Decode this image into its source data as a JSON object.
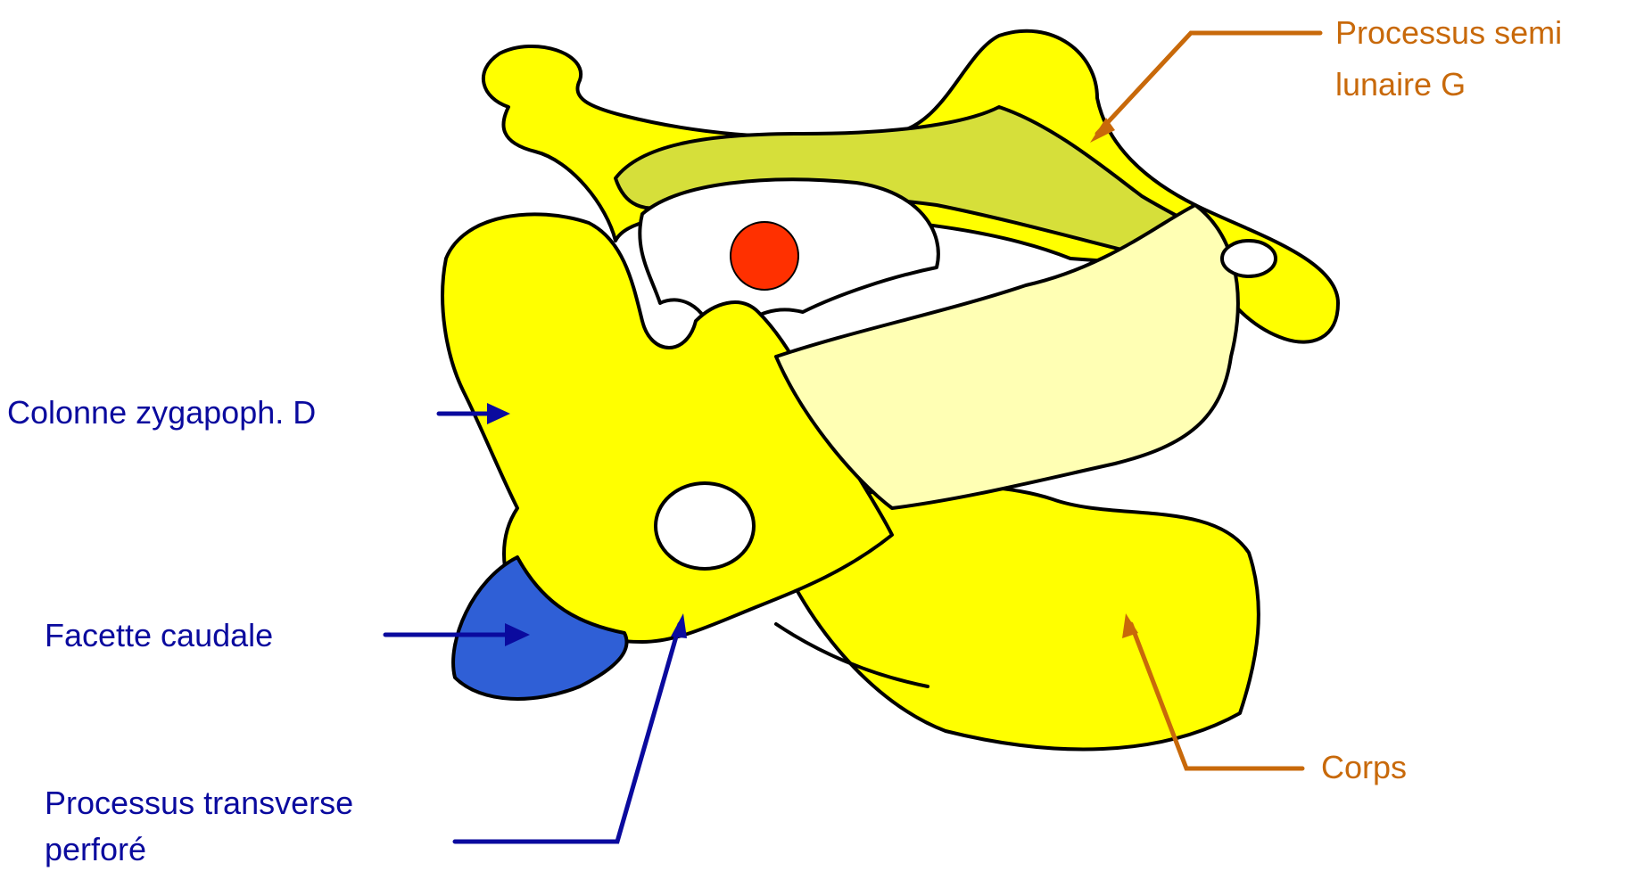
{
  "labels": {
    "semi_lunar": "Processus semi\nlunaire G",
    "semi_lunar_line1": "Processus semi",
    "semi_lunar_line2": "lunaire G",
    "column": "Colonne zygapoph. D",
    "facet": "Facette caudale",
    "transverse_line1": "Processus transverse",
    "transverse_line2": "perforé",
    "body": "Corps"
  },
  "colors": {
    "bone": "#ffff00",
    "bone_shade": "#d6df3a",
    "endplate": "#ffffb4",
    "facet": "#2f5fd6",
    "canal_dot": "#ff3000",
    "left_labels": "#0a0a9e",
    "right_labels": "#c8690a",
    "outline": "#000000"
  }
}
